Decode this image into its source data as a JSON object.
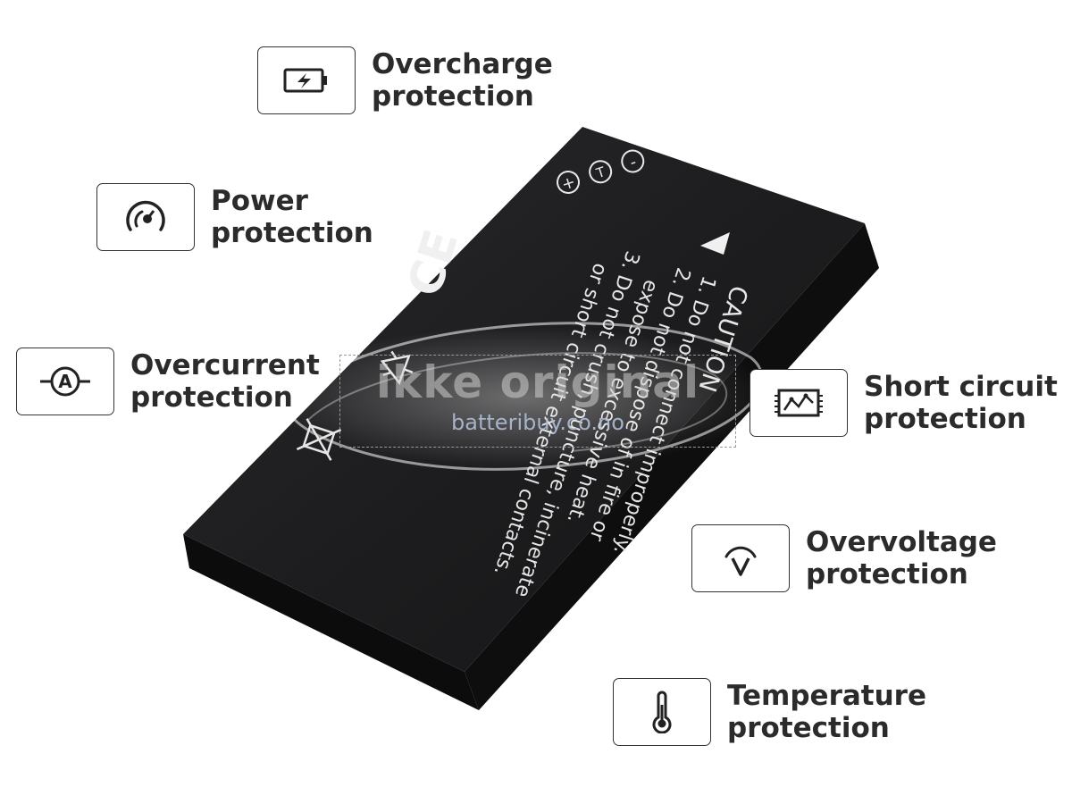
{
  "features": {
    "overcharge": {
      "line1": "Overcharge",
      "line2": "protection",
      "icon": "battery-charge-icon"
    },
    "power": {
      "line1": "Power",
      "line2": "protection",
      "icon": "power-gauge-icon"
    },
    "overcurrent": {
      "line1": "Overcurrent",
      "line2": "protection",
      "icon": "ammeter-icon"
    },
    "short_circuit": {
      "line1": "Short circuit",
      "line2": "protection",
      "icon": "circuit-board-icon"
    },
    "overvoltage": {
      "line1": "Overvoltage",
      "line2": "protection",
      "icon": "voltmeter-icon"
    },
    "temperature": {
      "line1": "Temperature",
      "line2": "protection",
      "icon": "thermometer-icon"
    }
  },
  "battery": {
    "terminals": [
      "+",
      "T",
      "-"
    ],
    "caution_title": "CAUTION",
    "caution_lines": [
      "1. Do not connect improperly.",
      "2. Do not dispose of in fire or",
      "expose to excessive heat.",
      "3. Do not crush, puncture, incinerate",
      "or short circuit external contacts."
    ],
    "ce_mark": "CE"
  },
  "watermark": {
    "brand": "ikke original",
    "site": "batteribuy.co.no"
  },
  "colors": {
    "battery_body": "#1c1c1e",
    "battery_edge": "#0f0f10",
    "label_text": "#2b2b2b",
    "icon_border": "#333333"
  }
}
